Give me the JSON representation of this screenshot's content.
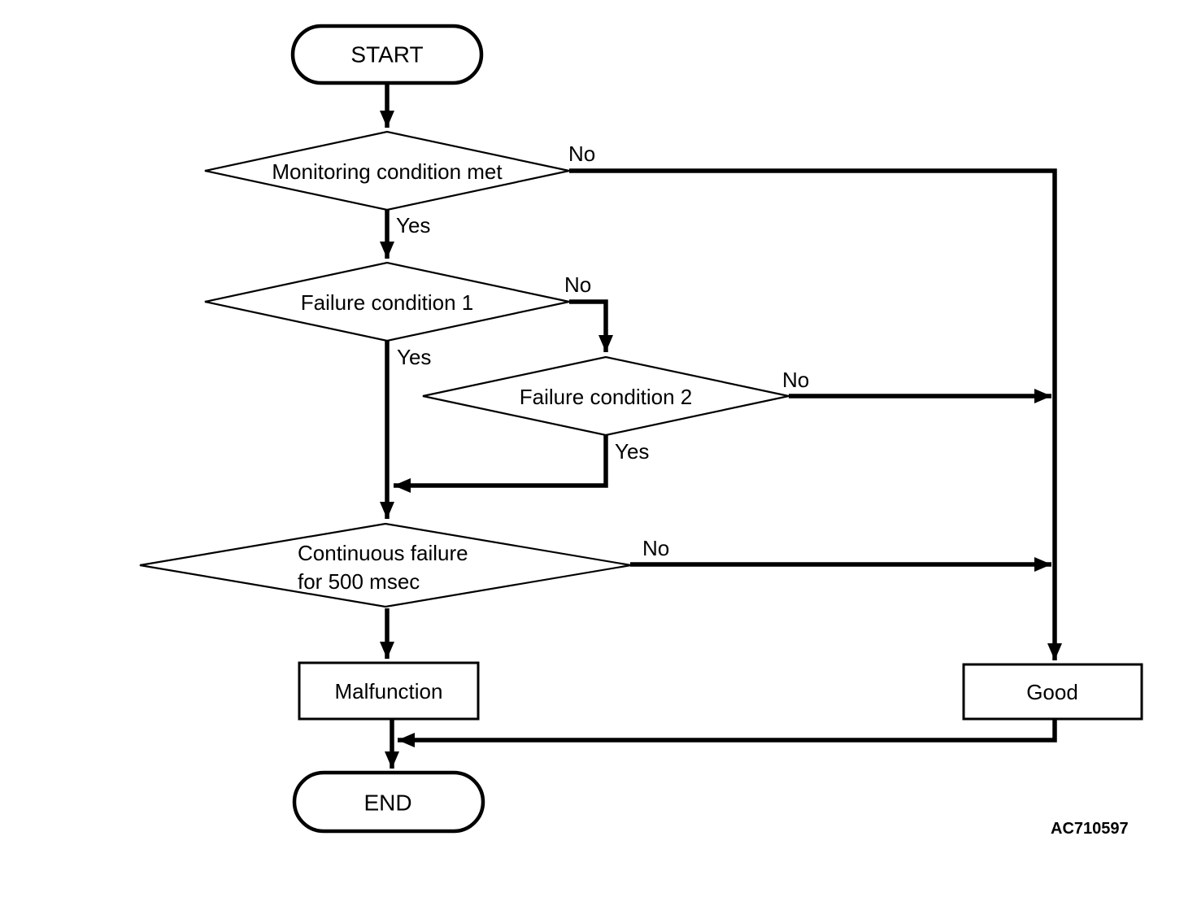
{
  "figure_code": "AC710597",
  "nodes": {
    "start": {
      "label": "START"
    },
    "monitoring": {
      "label": "Monitoring condition met"
    },
    "failure1": {
      "label": "Failure condition 1"
    },
    "failure2": {
      "label": "Failure condition 2"
    },
    "continuous": {
      "label_line1": "Continuous failure",
      "label_line2": "for 500 msec"
    },
    "malfunction": {
      "label": "Malfunction"
    },
    "good": {
      "label": "Good"
    },
    "end": {
      "label": "END"
    }
  },
  "edge_labels": {
    "monitoring_no": "No",
    "monitoring_yes": "Yes",
    "failure1_no": "No",
    "failure1_yes": "Yes",
    "failure2_no": "No",
    "failure2_yes": "Yes",
    "continuous_no": "No"
  },
  "colors": {
    "line": "#000000",
    "text": "#000000",
    "background": "#ffffff"
  }
}
